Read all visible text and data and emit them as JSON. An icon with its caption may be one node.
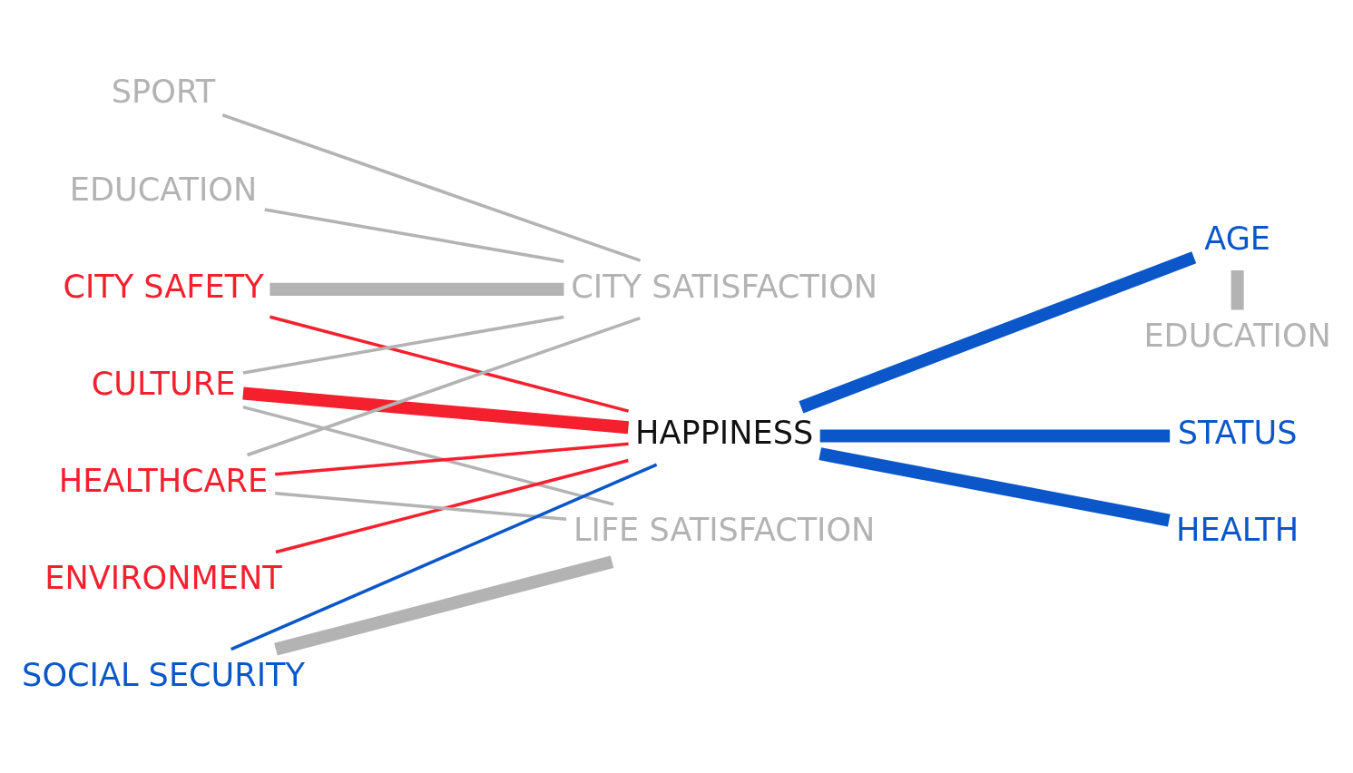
{
  "diagram": {
    "nodes": [
      {
        "text": [
          "SPORT"
        ]
      },
      {
        "text": [
          "CITY SAFETY"
        ]
      },
      {
        "text": [
          "EDUCATION"
        ]
      },
      {
        "text": [
          "CULTURE"
        ]
      },
      {
        "text": [
          "ENVIRONMENT"
        ]
      },
      {
        "text": [
          "HEALTHCARE"
        ]
      },
      {
        "text": [
          "SOCIAL SECURITY"
        ]
      },
      {
        "text": [
          "CITY SATISFACTION"
        ]
      },
      {
        "text": [
          "HAPPINESS"
        ]
      },
      {
        "text": [
          "LIFE SATISFACTION"
        ]
      },
      {
        "text": [
          "AGE"
        ]
      },
      {
        "text": [
          "STATUS"
        ]
      },
      {
        "text": [
          "EDUCATION"
        ]
      },
      {
        "text": [
          "HEALTH"
        ]
      }
    ],
    "edges": [
      {
        "from": 0,
        "to": 7,
        "arrow": "none"
      },
      {
        "from": 1,
        "to": 7,
        "arrow": "none",
        "style": "thick"
      },
      {
        "from": 1,
        "to": 8,
        "arrow": "none",
        "color": "#f5202e"
      },
      {
        "from": 2,
        "to": 7,
        "arrow": "none"
      },
      {
        "from": 3,
        "to": 7,
        "arrow": "none"
      },
      {
        "from": 3,
        "to": 8,
        "arrow": "none",
        "style": "thick",
        "color": "#f5202e"
      },
      {
        "from": 3,
        "to": 9,
        "arrow": "none"
      },
      {
        "from": 4,
        "to": 8,
        "arrow": "none",
        "color": "#f5202e"
      },
      {
        "from": 5,
        "to": 7,
        "arrow": "none"
      },
      {
        "from": 5,
        "to": 8,
        "arrow": "none",
        "color": "#f5202e"
      },
      {
        "from": 5,
        "to": 9,
        "arrow": "none"
      },
      {
        "from": 6,
        "to": 8,
        "arrow": "none",
        "color": "#0b57c9"
      },
      {
        "from": 6,
        "to": 9,
        "arrow": "none",
        "style": "thick"
      },
      {
        "from": 8,
        "to": 10,
        "arrow": "none",
        "style": "thick",
        "color": "#0b57c9"
      },
      {
        "from": 8,
        "to": 11,
        "arrow": "none",
        "style": "thick",
        "color": "#0b57c9"
      },
      {
        "from": 8,
        "to": 13,
        "arrow": "none",
        "style": "thick",
        "color": "#0b57c9"
      },
      {
        "from": 10,
        "to": 12,
        "arrow": "none",
        "style": "thick"
      }
    ]
  }
}
